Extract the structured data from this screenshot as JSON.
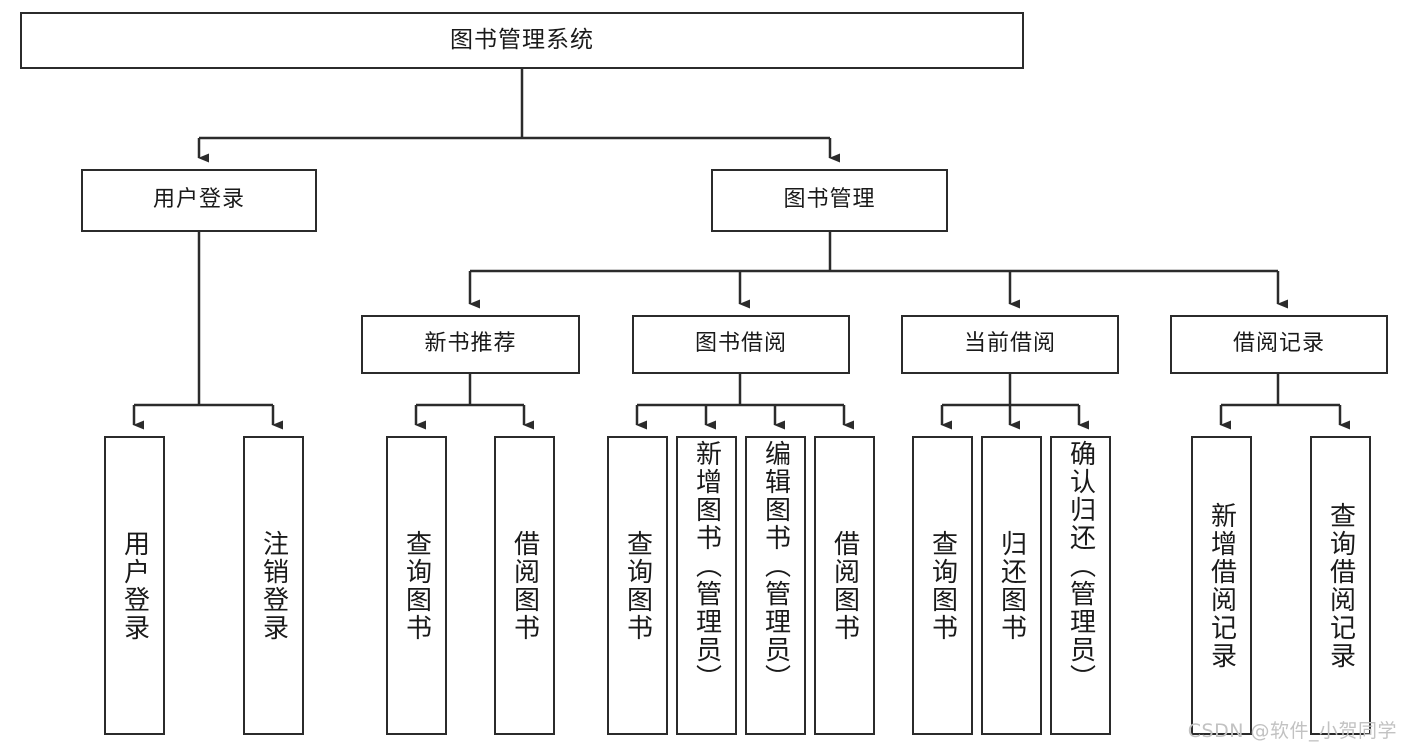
{
  "diagram": {
    "title": "图书管理系统",
    "type": "hierarchy-tree",
    "stroke_color": "#2b2b2b",
    "fill_color": "#ffffff",
    "text_color": "#1a1a1a",
    "watermark": "CSDN @软件_小贺同学"
  },
  "nodes": {
    "root": {
      "label": "图书管理系统"
    },
    "level2": [
      {
        "id": "user-login",
        "label": "用户登录"
      },
      {
        "id": "book-manage",
        "label": "图书管理"
      }
    ],
    "level3": [
      {
        "id": "new-book-recommend",
        "label": "新书推荐"
      },
      {
        "id": "book-borrow",
        "label": "图书借阅"
      },
      {
        "id": "current-borrow",
        "label": "当前借阅"
      },
      {
        "id": "borrow-record",
        "label": "借阅记录"
      }
    ],
    "leaves": {
      "user_login": [
        {
          "id": "leaf-user-login",
          "label": "用户登录"
        },
        {
          "id": "leaf-logout-login",
          "label": "注销登录"
        }
      ],
      "new_book_recommend": [
        {
          "id": "leaf-query-book-1",
          "label": "查询图书"
        },
        {
          "id": "leaf-borrow-book-1",
          "label": "借阅图书"
        }
      ],
      "book_borrow": [
        {
          "id": "leaf-query-book-2",
          "label": "查询图书"
        },
        {
          "id": "leaf-add-book",
          "label": "新增图书（管理员）"
        },
        {
          "id": "leaf-edit-book",
          "label": "编辑图书（管理员）"
        },
        {
          "id": "leaf-borrow-book-2",
          "label": "借阅图书"
        }
      ],
      "current_borrow": [
        {
          "id": "leaf-query-book-3",
          "label": "查询图书"
        },
        {
          "id": "leaf-return-book",
          "label": "归还图书"
        },
        {
          "id": "leaf-confirm-return",
          "label": "确认归还（管理员）"
        }
      ],
      "borrow_record": [
        {
          "id": "leaf-add-record",
          "label": "新增借阅记录"
        },
        {
          "id": "leaf-query-record",
          "label": "查询借阅记录"
        }
      ]
    }
  }
}
